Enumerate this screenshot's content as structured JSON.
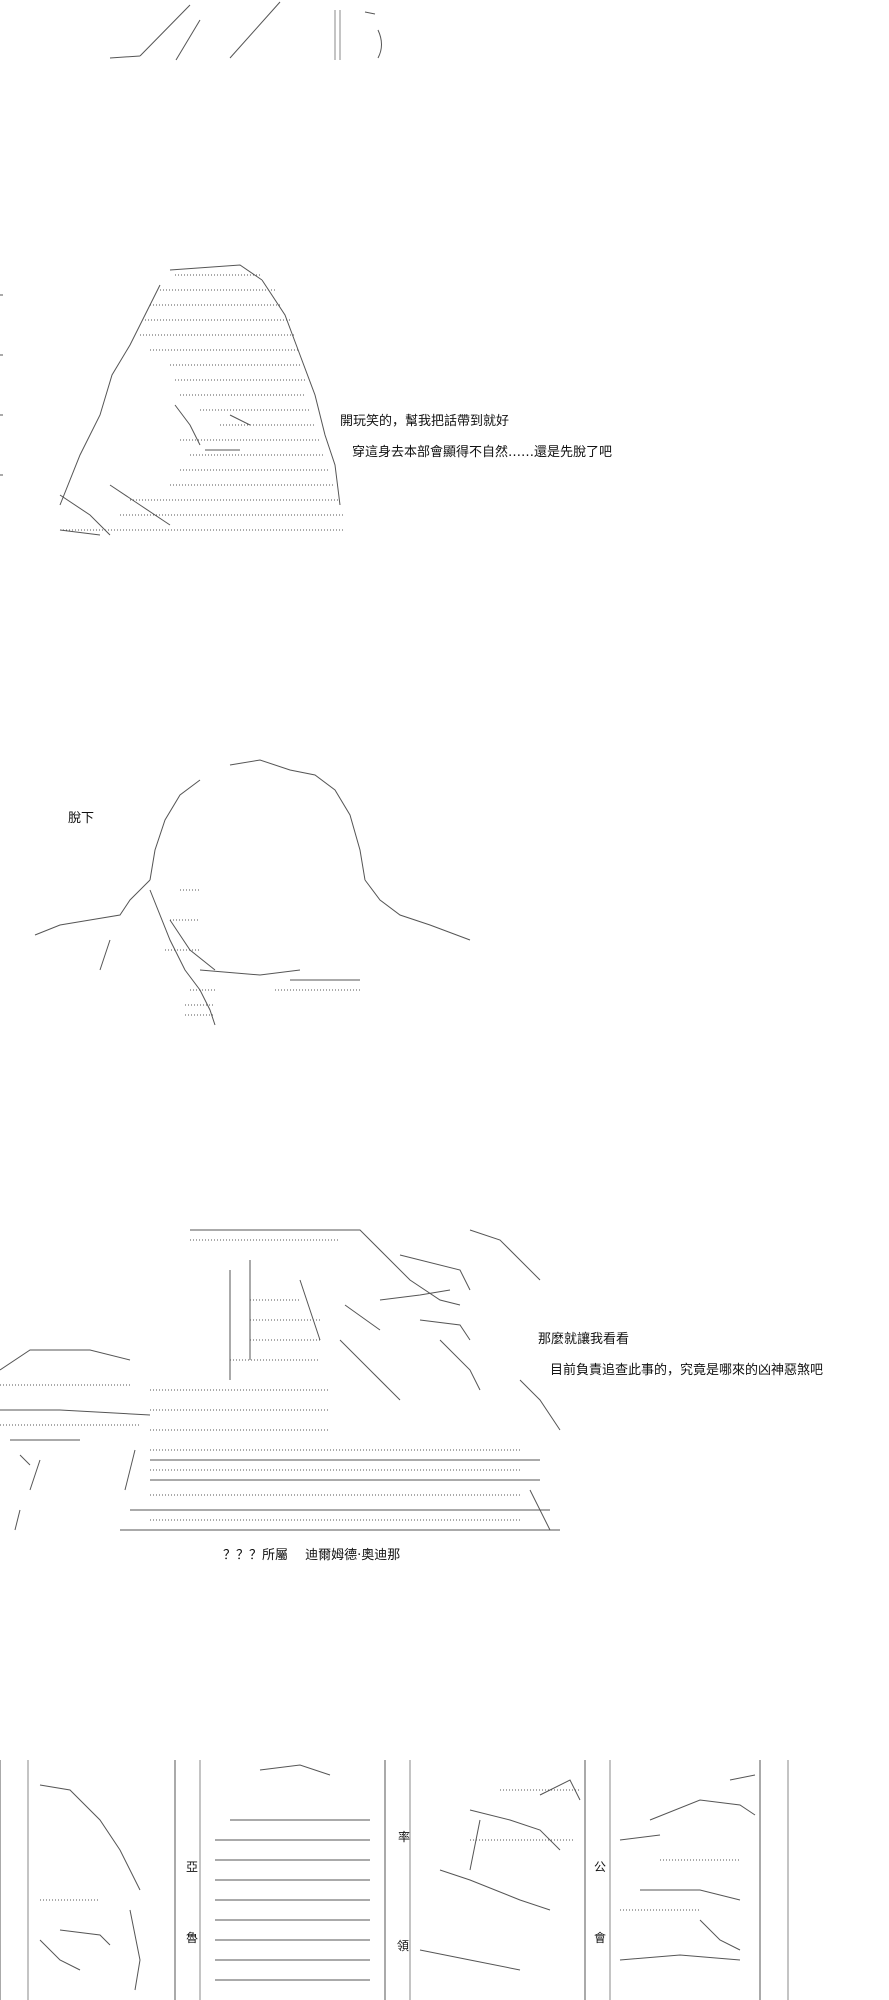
{
  "scene1": {
    "lines": [
      "開玩笑的，幫我把話帶到就好",
      "穿這身去本部會顯得不自然……還是先脫了吧"
    ]
  },
  "scene2": {
    "lines": [
      "脫下"
    ]
  },
  "scene3": {
    "lines": [
      "那麼就讓我看看",
      "目前負責追查此事的，究竟是哪來的凶神惡煞吧"
    ],
    "caption": "？？？所屬　 迪爾姆德·奧迪那"
  },
  "scene4": {
    "labels": [
      "率",
      "亞",
      "領",
      "魯",
      "公",
      "會"
    ]
  }
}
